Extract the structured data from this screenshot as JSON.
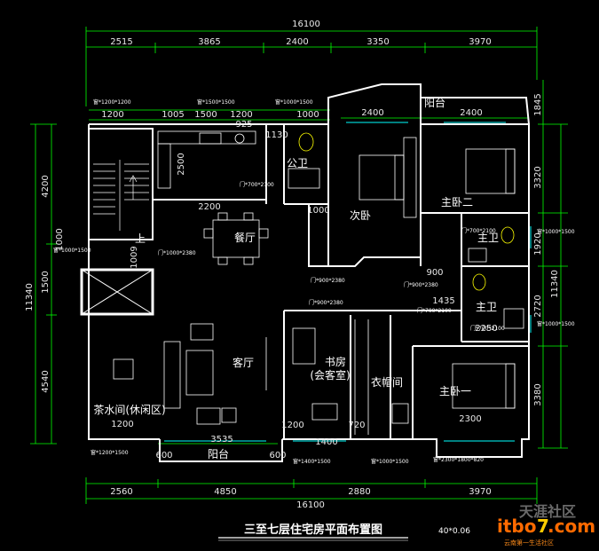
{
  "title": "三至七层住宅房平面布置图",
  "scale_label": "40*0.06",
  "watermark": {
    "text": "天涯社区",
    "logo_text_a": "itbo",
    "logo_text_b": "7",
    "logo_text_c": ".com",
    "logo_sub": "云南第一生活社区"
  },
  "colors": {
    "background": "#000000",
    "wall": "#ffffff",
    "dimension_line": "#00ff00",
    "dimension_text": "#e8e8e8",
    "furniture": "#ffffff",
    "accent": "#ffff00",
    "window": "#00ffff"
  },
  "dimensions": {
    "top_total": "16100",
    "top": [
      "2515",
      "3865",
      "2400",
      "3350",
      "3970"
    ],
    "top_inner": [
      "2400",
      "2400"
    ],
    "bottom_total": "16100",
    "bottom": [
      "2560",
      "4850",
      "2880",
      "3970"
    ],
    "bottom_inner": [
      "3535"
    ],
    "left_total": "11340",
    "left": [
      "4200",
      "1500",
      "4540"
    ],
    "left_inner": [
      "1000"
    ],
    "right_total": "11340",
    "right": [
      "1845",
      "3320",
      "1920",
      "2720",
      "3380"
    ],
    "interior": [
      "1005",
      "1500",
      "1200",
      "1000",
      "925",
      "1130",
      "2500",
      "1000",
      "2200",
      "900",
      "1435",
      "2250",
      "2300",
      "1200",
      "1200",
      "1400",
      "720",
      "600",
      "600",
      "1009",
      "1200"
    ]
  },
  "rooms": {
    "balcony_top": "阳台",
    "restroom_public": "公卫",
    "secondary_bedroom": "次卧",
    "master_bedroom_2": "主卧二",
    "master_bath_a": "主卫",
    "dining": "餐厅",
    "up_stairs": "上",
    "master_bath_b": "主卫",
    "living": "客厅",
    "study_line1": "书房",
    "study_line2": "(会客室)",
    "cloakroom": "衣帽间",
    "master_bedroom_1": "主卧一",
    "tea_room": "茶水间(休闲区)",
    "balcony_bottom": "阳台"
  },
  "notes": {
    "w_1200x1200": "窗*1200*1200",
    "w_1500x1500": "窗*1500*1500",
    "w_1000x1500_top": "窗*1000*1500",
    "d_700x2100_a": "门*700*2100",
    "w_1000x1500_left": "窗*1000*1500",
    "d_1000x2380": "门*1000*2380",
    "d_900x2380_a": "门*900*2380",
    "d_900x2380_b": "门*900*2380",
    "d_900x2380_c": "门*900*2380",
    "d_700x2100_b": "门*700*2100",
    "w_1000x1500_r1": "窗*1000*1500",
    "d_700x2100_c": "门*700*2100",
    "d_700x2100_d": "门*700*2100",
    "w_1000x1500_r2": "窗*1000*1500",
    "w_1200x1500": "窗*1200*1500",
    "w_1400x1500": "窗*1400*1500",
    "w_1000x1500_b": "窗*1000*1500",
    "w_2300x1800x820": "窗*2300*1800*820"
  }
}
